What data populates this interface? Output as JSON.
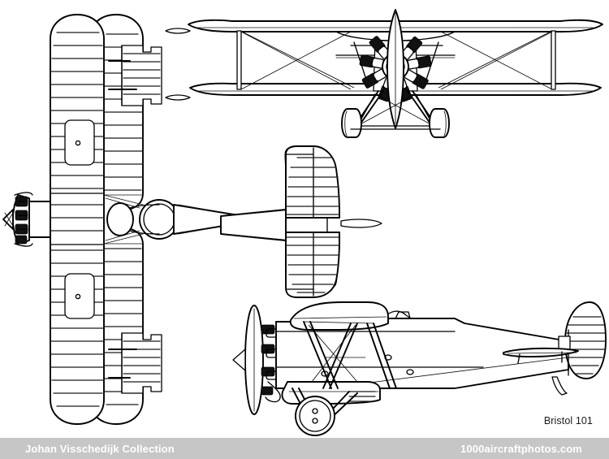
{
  "document": {
    "type": "aircraft-three-view-line-drawing",
    "subject": "Bristol 101",
    "caption": "Bristol 101",
    "background_color": "#ffffff",
    "line_color": "#000000"
  },
  "caption": {
    "text": "Bristol 101"
  },
  "footer": {
    "background_color": "#c6c6c6",
    "text_color": "#ffffff",
    "left_label": "Johan Visschedijk Collection",
    "right_label": "1000aircraftphotos.com"
  },
  "views": {
    "plan": {
      "name": "plan-view",
      "label": "Plan view (top), nose to the left",
      "features": [
        "upper wing",
        "lower wing",
        "ailerons on both wings",
        "wing ribs",
        "cockpit cut-outs",
        "radial engine",
        "propeller",
        "tailplane",
        "elevator"
      ]
    },
    "front": {
      "name": "front-view",
      "label": "Front elevation",
      "features": [
        "upper wing",
        "lower wing",
        "interplane struts",
        "bracing wires",
        "nine-cylinder radial engine",
        "two-blade propeller",
        "main landing gear wheels",
        "undercarriage struts"
      ]
    },
    "tail_plan": {
      "name": "tail-plan-view",
      "label": "Tailplane plan view",
      "features": [
        "horizontal stabiliser",
        "elevators",
        "elevator ribs",
        "rear fuselage",
        "tail skid"
      ]
    },
    "side": {
      "name": "side-view",
      "label": "Side elevation, nose to the left",
      "features": [
        "fuselage",
        "upper wing",
        "lower wing",
        "cabane struts",
        "interplane struts",
        "radial engine",
        "propeller disc",
        "main wheel",
        "vertical fin",
        "rudder",
        "tailplane",
        "tail skid"
      ]
    }
  }
}
